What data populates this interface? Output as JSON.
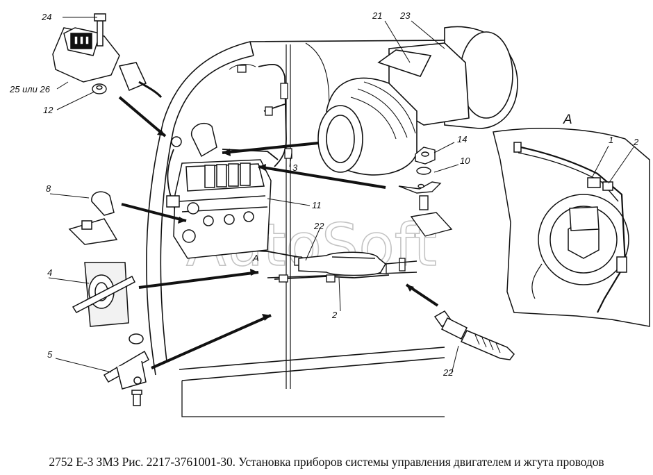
{
  "caption": "2752 Е-3 ЗМЗ Рис. 2217-3761001-30. Установка приборов системы управления двигателем и жгута проводов",
  "watermark": "AutoSoft",
  "detail_view_label": "А",
  "inline_view_label": "А",
  "callouts": {
    "c24": "24",
    "c25": "25 или 26",
    "c12": "12",
    "c8": "8",
    "c4": "4",
    "c5": "5",
    "c21": "21",
    "c23": "23",
    "c14": "14",
    "c10": "10",
    "c3": "3",
    "c11": "11",
    "c22a": "22",
    "c2a": "2",
    "c22b": "22",
    "c1": "1",
    "c2b": "2"
  },
  "colors": {
    "ink": "#111111",
    "background": "#ffffff",
    "watermark": "#b9b9b9"
  }
}
